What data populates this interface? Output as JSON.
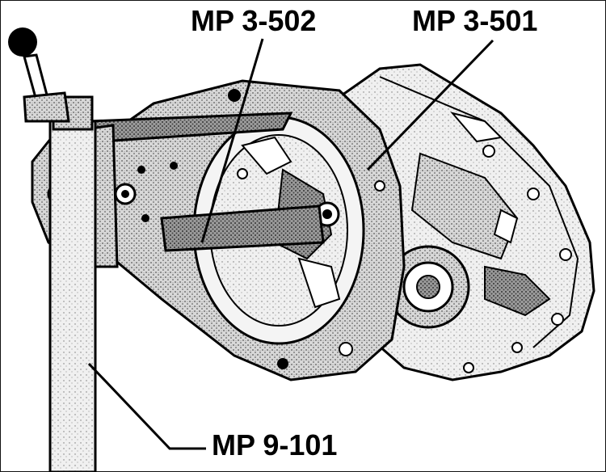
{
  "labels": {
    "mp_3_502": "MP 3-502",
    "mp_3_501": "MP 3-501",
    "mp_9_101": "MP 9-101"
  }
}
